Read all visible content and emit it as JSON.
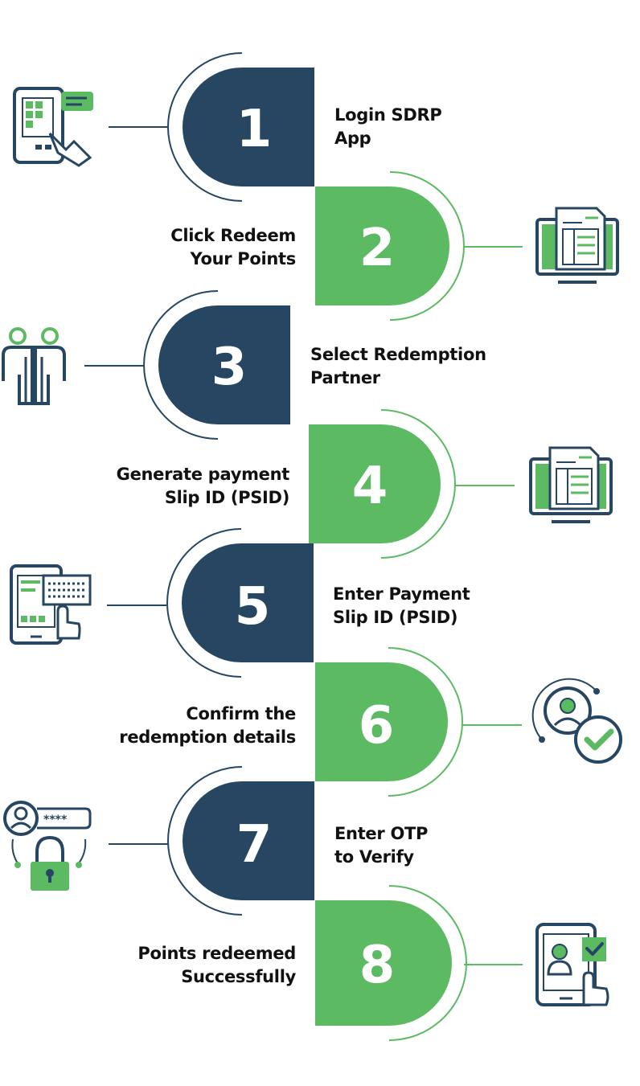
{
  "colors": {
    "navy": "#264661",
    "green": "#5cba63",
    "text": "#111111",
    "line_navy": "#264661",
    "line_green": "#5cba63"
  },
  "steps": [
    {
      "number": "1",
      "line1": "Login SDRP",
      "line2": "App",
      "side": "right",
      "color": "navy",
      "icon": "smartphone-touch-icon"
    },
    {
      "number": "2",
      "line1": "Click Redeem",
      "line2": "Your Points",
      "side": "left",
      "color": "green",
      "icon": "monitor-document-icon"
    },
    {
      "number": "3",
      "line1": "Select Redemption",
      "line2": "Partner",
      "side": "right",
      "color": "navy",
      "icon": "partners-people-icon"
    },
    {
      "number": "4",
      "line1": "Generate payment",
      "line2": "Slip ID (PSID)",
      "side": "left",
      "color": "green",
      "icon": "monitor-document-icon"
    },
    {
      "number": "5",
      "line1": "Enter Payment",
      "line2": "Slip ID (PSID)",
      "side": "right",
      "color": "navy",
      "icon": "tablet-keyboard-icon"
    },
    {
      "number": "6",
      "line1": "Confirm the",
      "line2": "redemption details",
      "side": "left",
      "color": "green",
      "icon": "user-check-icon"
    },
    {
      "number": "7",
      "line1": "Enter OTP",
      "line2": "to Verify",
      "side": "right",
      "color": "navy",
      "icon": "password-lock-icon"
    },
    {
      "number": "8",
      "line1": "Points redeemed",
      "line2": "Successfully",
      "side": "left",
      "color": "green",
      "icon": "tablet-user-verified-icon"
    }
  ]
}
